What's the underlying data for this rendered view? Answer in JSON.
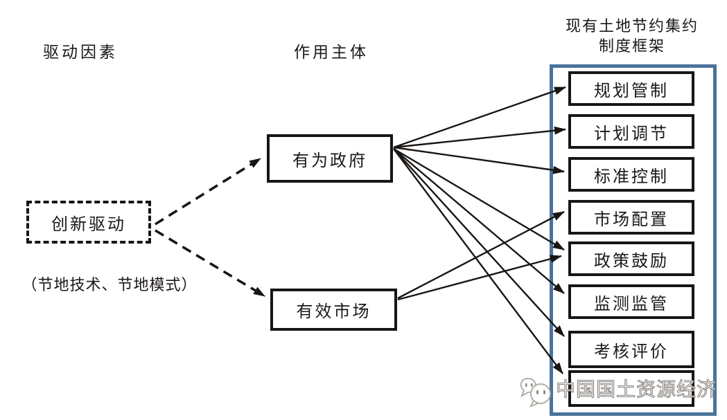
{
  "columns": {
    "driver": "驱动因素",
    "agent": "作用主体",
    "framework_line1": "现有土地节约集约",
    "framework_line2": "制度框架"
  },
  "driver": {
    "box_label": "创新驱动",
    "note": "（节地技术、节地模式）"
  },
  "agents": [
    {
      "label": "有为政府"
    },
    {
      "label": "有效市场"
    }
  ],
  "framework": {
    "items": [
      {
        "label": "规划管制"
      },
      {
        "label": "计划调节"
      },
      {
        "label": "标准控制"
      },
      {
        "label": "市场配置"
      },
      {
        "label": "政策鼓励"
      },
      {
        "label": "监测监管"
      },
      {
        "label": "考核评价"
      },
      {
        "label": ""
      }
    ]
  },
  "connections": [
    {
      "from": "创新驱动",
      "to": "有为政府",
      "style": "dashed"
    },
    {
      "from": "创新驱动",
      "to": "有效市场",
      "style": "dashed"
    },
    {
      "from": "有为政府",
      "to": "规划管制",
      "style": "solid"
    },
    {
      "from": "有为政府",
      "to": "计划调节",
      "style": "solid"
    },
    {
      "from": "有为政府",
      "to": "标准控制",
      "style": "solid"
    },
    {
      "from": "有为政府",
      "to": "政策鼓励",
      "style": "solid"
    },
    {
      "from": "有为政府",
      "to": "监测监管",
      "style": "solid"
    },
    {
      "from": "有为政府",
      "to": "考核评价",
      "style": "solid"
    },
    {
      "from": "有为政府",
      "to": "framework-item-8",
      "style": "solid"
    },
    {
      "from": "有效市场",
      "to": "市场配置",
      "style": "solid"
    },
    {
      "from": "有效市场",
      "to": "政策鼓励",
      "style": "solid"
    }
  ],
  "watermark": {
    "text": "中国国土资源经济",
    "icon": "wechat-bubbles-icon"
  },
  "colors": {
    "frame_blue": "#4a739c",
    "line_black": "#191512"
  }
}
